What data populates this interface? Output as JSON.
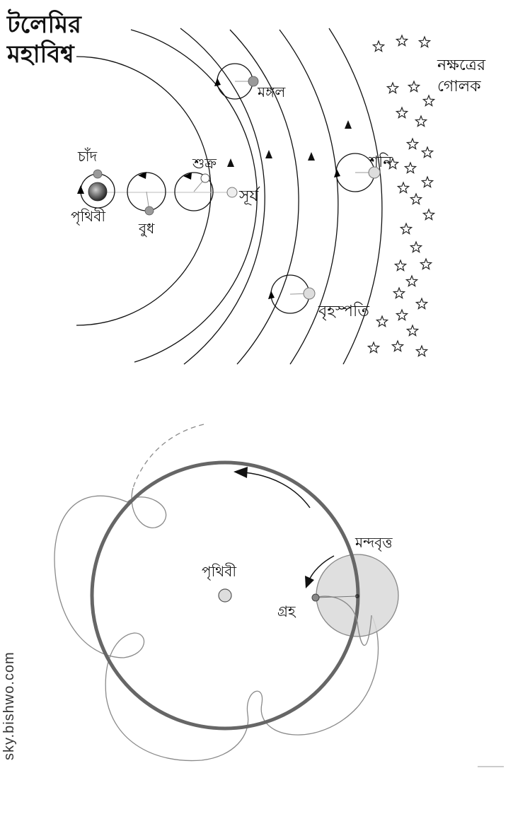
{
  "title": {
    "line1": "টলেমির",
    "line2": "মহাবিশ্ব"
  },
  "stellar_sphere": {
    "line1": "নক্ষত্রের",
    "line2": "গোলক"
  },
  "bodies": {
    "moon": "চাঁদ",
    "earth": "পৃথিবী",
    "mercury": "বুধ",
    "venus": "শুক্র",
    "sun": "সূর্য",
    "mars": "মঙ্গল",
    "jupiter": "বৃহস্পতি",
    "saturn": "শনি"
  },
  "epicycle_diagram": {
    "earth": "পৃথিবী",
    "epicycle": "মন্দবৃত্ত",
    "planet": "গ্রহ"
  },
  "watermark": "sky.bishwo.com",
  "colors": {
    "ink": "#111111",
    "deferent": "#666666",
    "epicycle_fill": "#d9d9d9",
    "planet_gray": "#9a9a9a",
    "loop_trace": "#8a8a8a"
  }
}
